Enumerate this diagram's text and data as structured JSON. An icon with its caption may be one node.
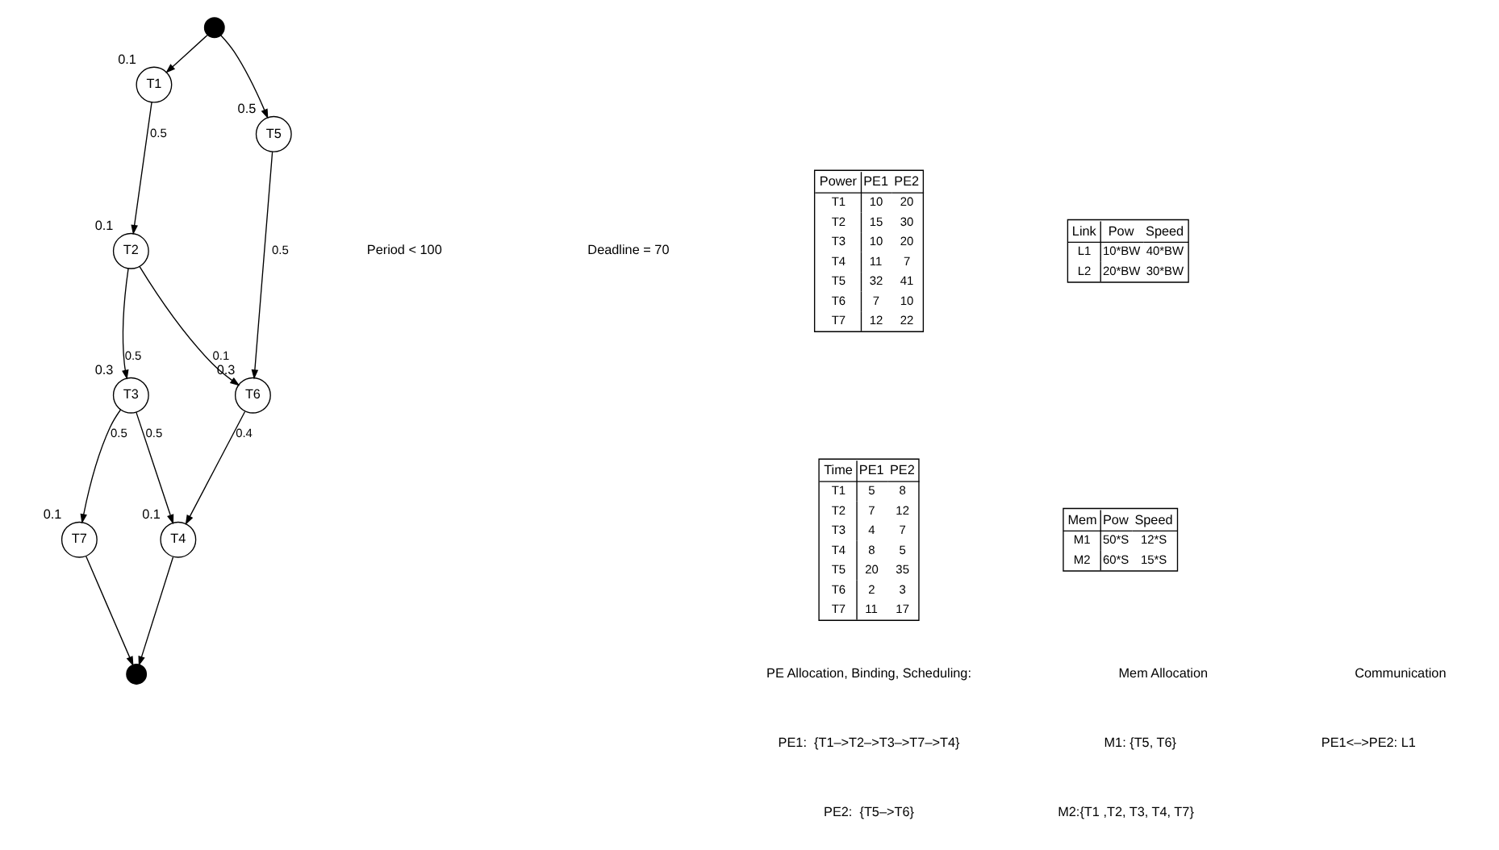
{
  "diagram": {
    "nodes": [
      {
        "text": [],
        "shape": "circle"
      },
      {
        "text": [
          "T1"
        ],
        "beside": [
          "0.1"
        ]
      },
      {
        "text": [
          "T5"
        ],
        "beside": [
          "0.5"
        ]
      },
      {
        "text": [
          "T2"
        ],
        "beside": [
          "0.1"
        ]
      },
      {
        "text": [
          "T6"
        ],
        "beside": [
          "0.3"
        ]
      },
      {
        "text": [
          "T3"
        ],
        "beside": [
          "0.3"
        ]
      },
      {
        "text": [
          "T7"
        ],
        "beside": [
          "0.1"
        ]
      },
      {
        "text": [
          "T4"
        ],
        "beside": [
          "0.1"
        ]
      },
      {
        "text": [],
        "shape": "circle"
      }
    ],
    "edges": [
      {
        "from": 0,
        "to": 1,
        "arrow": "to"
      },
      {
        "from": 0,
        "to": 2,
        "arrow": "to"
      },
      {
        "from": 1,
        "to": 3,
        "arrow": "to",
        "label": "0.5"
      },
      {
        "from": 2,
        "to": 4,
        "arrow": "to",
        "label": "0.5"
      },
      {
        "from": 3,
        "to": 4,
        "arrow": "to",
        "label": "0.1"
      },
      {
        "from": 3,
        "to": 5,
        "arrow": "to",
        "label": "0.5"
      },
      {
        "from": 4,
        "to": 7,
        "arrow": "to",
        "label": "0.4"
      },
      {
        "from": 5,
        "to": 6,
        "arrow": "to",
        "label": "0.5"
      },
      {
        "from": 5,
        "to": 7,
        "arrow": "to",
        "label": "0.5"
      },
      {
        "from": 6,
        "to": 8,
        "arrow": "to"
      },
      {
        "from": 7,
        "to": 8,
        "arrow": "to"
      }
    ],
    "labels": [
      "Period < 100",
      "Deadline = 70",
      "Power",
      "PE1",
      "PE2",
      "T1",
      "10",
      "20",
      "T2",
      "15",
      "30",
      "T3",
      "10",
      "20",
      "T4",
      "11",
      "7",
      "T5",
      "32",
      "41",
      "T6",
      "7",
      "10",
      "T7",
      "12",
      "22",
      "Link",
      "Pow",
      "Speed",
      "L1",
      "10*BW",
      "40*BW",
      "L2",
      "20*BW",
      "30*BW",
      "Time",
      "PE1",
      "PE2",
      "T1",
      "5",
      "8",
      "T2",
      "7",
      "12",
      "T3",
      "4",
      "7",
      "T4",
      "8",
      "5",
      "T5",
      "20",
      "35",
      "T6",
      "2",
      "3",
      "T7",
      "11",
      "17",
      "Mem",
      "Pow",
      "Speed",
      "M1",
      "50*S",
      "12*S",
      "M2",
      "60*S",
      "15*S",
      "PE Allocation, Binding, Scheduling:",
      "Mem Allocation",
      "Communication",
      "PE1:  {T1–>T2–>T3–>T7–>T4}",
      "M1: {T5, T6}",
      "PE1<–>PE2: L1",
      "PE2:  {T5–>T6}",
      "M2:{T1 ,T2, T3, T4, T7}"
    ]
  }
}
